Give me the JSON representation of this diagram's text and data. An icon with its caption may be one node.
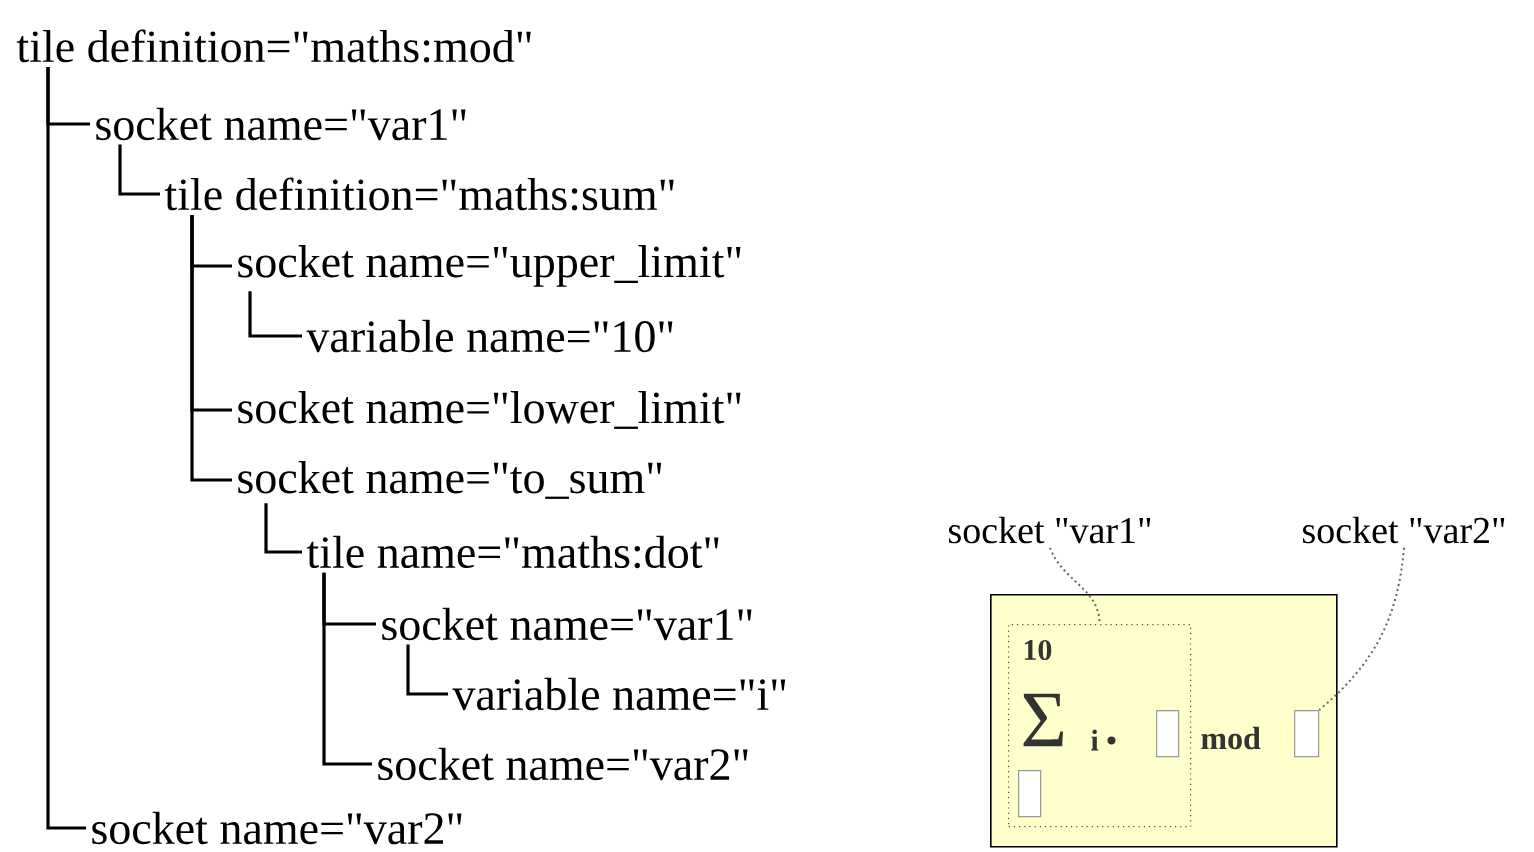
{
  "diagram": {
    "nodes": [
      {
        "text": [
          "tile definition=\"maths:mod\""
        ]
      },
      {
        "text": [
          "socket name=\"var1\""
        ]
      },
      {
        "text": [
          "tile definition=\"maths:sum\""
        ]
      },
      {
        "text": [
          "socket name=\"upper_limit\""
        ]
      },
      {
        "text": [
          "variable name=\"10\""
        ]
      },
      {
        "text": [
          "socket name=\"lower_limit\""
        ]
      },
      {
        "text": [
          "socket name=\"to_sum\""
        ]
      },
      {
        "text": [
          "tile name=\"maths:dot\""
        ]
      },
      {
        "text": [
          "socket name=\"var1\""
        ]
      },
      {
        "text": [
          "variable name=\"i\""
        ]
      },
      {
        "text": [
          "socket name=\"var2\""
        ]
      },
      {
        "text": [
          "socket name=\"var2\""
        ]
      },
      {
        "text": [
          "socket \"var1\""
        ]
      },
      {
        "text": [
          "socket \"var2\""
        ]
      },
      {
        "text": [],
        "shape": "box"
      },
      {
        "text": [],
        "shape": "box",
        "in": 14
      },
      {
        "text": [],
        "shape": "box",
        "in": 15
      },
      {
        "text": [],
        "shape": "box",
        "in": 15
      },
      {
        "text": [],
        "shape": "box",
        "in": 14
      }
    ],
    "edges": [
      {
        "from": 0,
        "to": 1,
        "arrow": "none"
      },
      {
        "from": 1,
        "to": 2,
        "arrow": "none"
      },
      {
        "from": 2,
        "to": 3,
        "arrow": "none"
      },
      {
        "from": 3,
        "to": 4,
        "arrow": "none"
      },
      {
        "from": 2,
        "to": 5,
        "arrow": "none"
      },
      {
        "from": 2,
        "to": 6,
        "arrow": "none"
      },
      {
        "from": 6,
        "to": 7,
        "arrow": "none"
      },
      {
        "from": 7,
        "to": 8,
        "arrow": "none"
      },
      {
        "from": 8,
        "to": 9,
        "arrow": "none"
      },
      {
        "from": 7,
        "to": 10,
        "arrow": "none"
      },
      {
        "from": 0,
        "to": 11,
        "arrow": "none"
      },
      {
        "from": 12,
        "to": 15,
        "arrow": "none",
        "style": "dashed",
        "color": "#666666"
      },
      {
        "from": 13,
        "to": 18,
        "arrow": "none",
        "style": "dashed",
        "color": "#666666"
      }
    ],
    "labels": [
      "10",
      "Σ",
      "i •",
      "mod"
    ]
  }
}
